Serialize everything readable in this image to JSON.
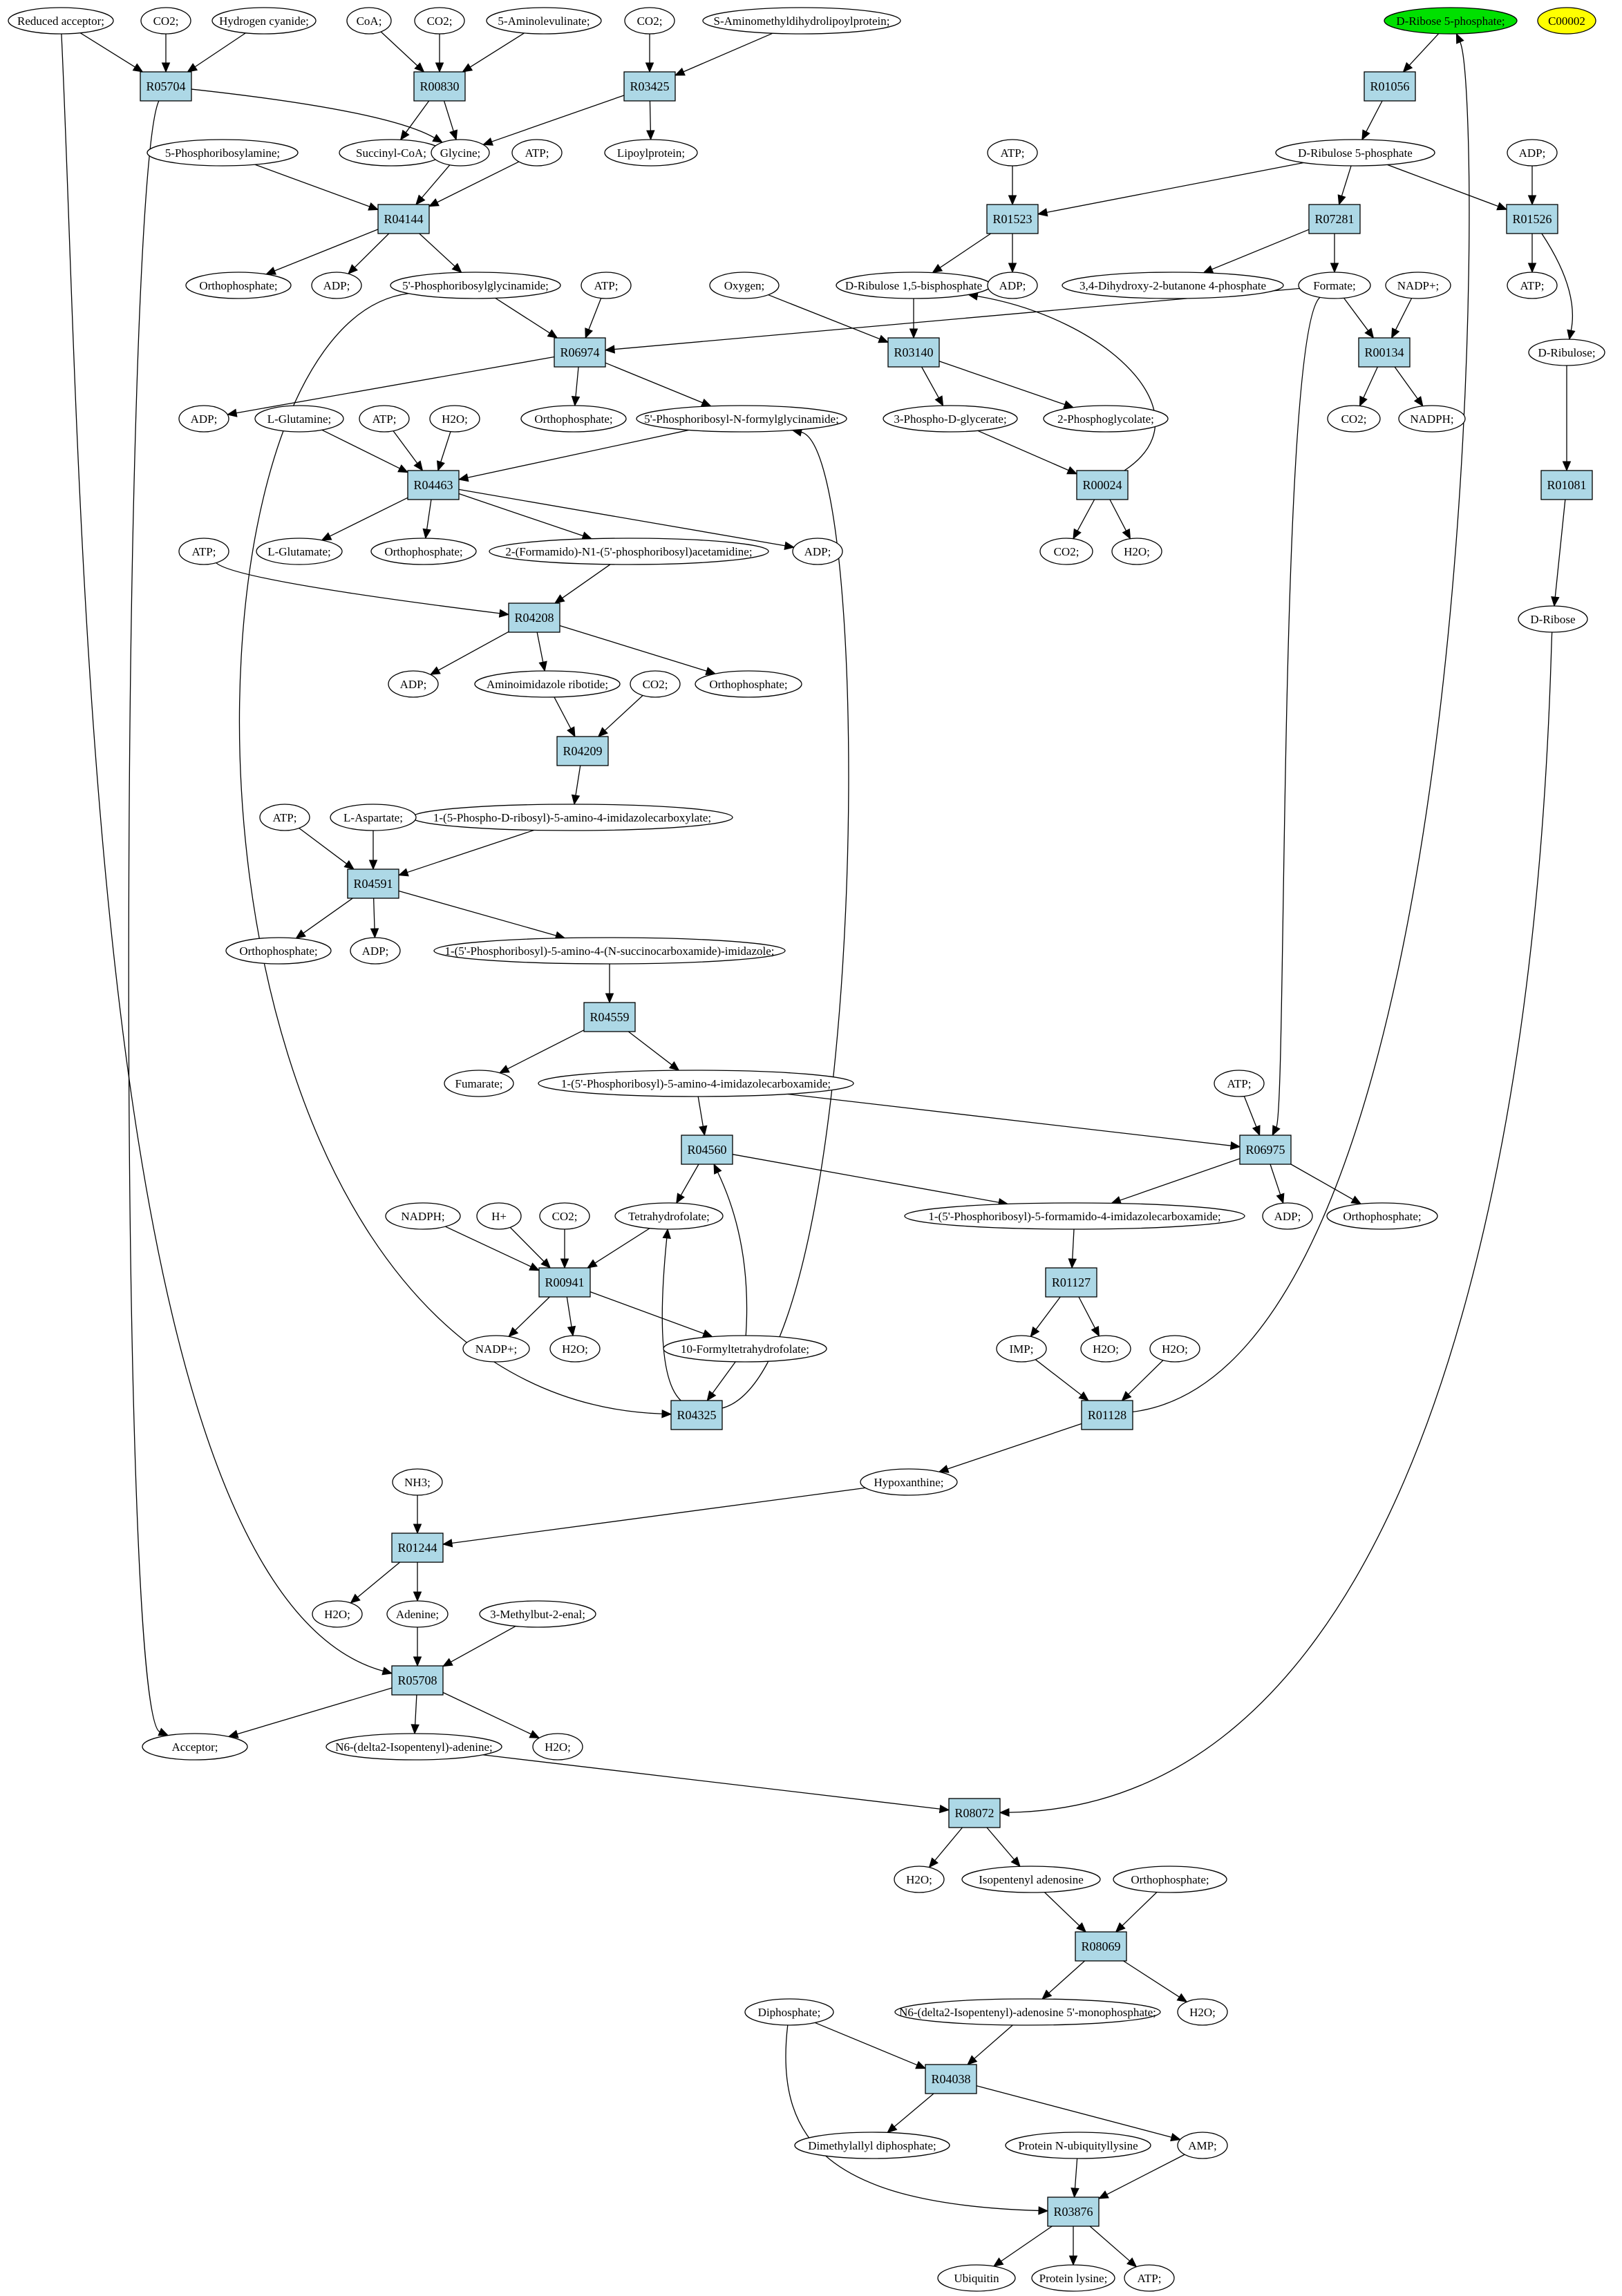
{
  "diagram": {
    "highlight_colors": {
      "reaction": "#add8e6",
      "start": "#00e000",
      "extra": "#ffff00"
    },
    "reactions": [
      "R05704",
      "R00830",
      "R03425",
      "R01056",
      "R04144",
      "R01523",
      "R07281",
      "R01526",
      "R06974",
      "R03140",
      "R00134",
      "R04463",
      "R00024",
      "R01081",
      "R04208",
      "R04209",
      "R04591",
      "R04559",
      "R04560",
      "R06975",
      "R00941",
      "R01127",
      "R04325",
      "R01128",
      "R01244",
      "R05708",
      "R08072",
      "R08069",
      "R04038",
      "R03876"
    ],
    "compounds": {
      "c1": "Reduced acceptor;",
      "c2": "CO2;",
      "c3": "Hydrogen cyanide;",
      "c4": "CoA;",
      "c5": "CO2;",
      "c6": "5-Aminolevulinate;",
      "c7": "CO2;",
      "c8": "S-Aminomethyldihydrolipoylprotein;",
      "c9": "D-Ribose 5-phosphate;",
      "c10": "C00002",
      "c11": "5-Phosphoribosylamine;",
      "c12": "Succinyl-CoA;",
      "c13": "Glycine;",
      "c14": "ATP;",
      "c15": "Lipoylprotein;",
      "c16": "D-Ribulose 5-phosphate",
      "c17": "ATP;",
      "c18": "ADP;",
      "c19": "Orthophosphate;",
      "c20": "ADP;",
      "c21": "5'-Phosphoribosylglycinamide;",
      "c22": "ATP;",
      "c23": "Oxygen;",
      "c24": "D-Ribulose 1,5-bisphosphate",
      "c25": "ADP;",
      "c26": "3,4-Dihydroxy-2-butanone 4-phosphate",
      "c27": "Formate;",
      "c28": "NADP+;",
      "c29": "ATP;",
      "c30": "D-Ribulose;",
      "c31": "ADP;",
      "c32": "L-Glutamine;",
      "c33": "ATP;",
      "c34": "H2O;",
      "c35": "Orthophosphate;",
      "c36": "5'-Phosphoribosyl-N-formylglycinamide;",
      "c37": "3-Phospho-D-glycerate;",
      "c38": "2-Phosphoglycolate;",
      "c39": "CO2;",
      "c40": "NADPH;",
      "c41": "L-Glutamate;",
      "c42": "Orthophosphate;",
      "c43": "2-(Formamido)-N1-(5'-phosphoribosyl)acetamidine;",
      "c44": "ADP;",
      "c45": "CO2;",
      "c46": "H2O;",
      "c47": "D-Ribose",
      "c48": "ATP;",
      "c49": "ADP;",
      "c50": "Aminoimidazole ribotide;",
      "c51": "CO2;",
      "c52": "Orthophosphate;",
      "c53": "1-(5-Phospho-D-ribosyl)-5-amino-4-imidazolecarboxylate;",
      "c54": "ATP;",
      "c55": "L-Aspartate;",
      "c56": "Orthophosphate;",
      "c57": "ADP;",
      "c58": "1-(5'-Phosphoribosyl)-5-amino-4-(N-succinocarboxamide)-imidazole;",
      "c59": "Fumarate;",
      "c60": "1-(5'-Phosphoribosyl)-5-amino-4-imidazolecarboxamide;",
      "c61": "ATP;",
      "c62": "NADPH;",
      "c63": "H+",
      "c64": "CO2;",
      "c65": "Tetrahydrofolate;",
      "c66": "1-(5'-Phosphoribosyl)-5-formamido-4-imidazolecarboxamide;",
      "c67": "ADP;",
      "c68": "Orthophosphate;",
      "c69": "NADP+;",
      "c70": "H2O;",
      "c71": "10-Formyltetrahydrofolate;",
      "c72": "IMP;",
      "c73": "H2O;",
      "c74": "H2O;",
      "c75": "Hypoxanthine;",
      "c76": "NH3;",
      "c77": "H2O;",
      "c78": "Adenine;",
      "c79": "3-Methylbut-2-enal;",
      "c80": "Acceptor;",
      "c81": "N6-(delta2-Isopentenyl)-adenine;",
      "c82": "H2O;",
      "c83": "H2O;",
      "c84": "Isopentenyl adenosine",
      "c85": "Orthophosphate;",
      "c86": "Diphosphate;",
      "c87": "N6-(delta2-Isopentenyl)-adenosine 5'-monophosphate;",
      "c88": "H2O;",
      "c89": "Dimethylallyl diphosphate;",
      "c90": "Protein N-ubiquityllysine",
      "c91": "AMP;",
      "c92": "Ubiquitin",
      "c93": "Protein lysine;",
      "c94": "ATP;"
    }
  }
}
